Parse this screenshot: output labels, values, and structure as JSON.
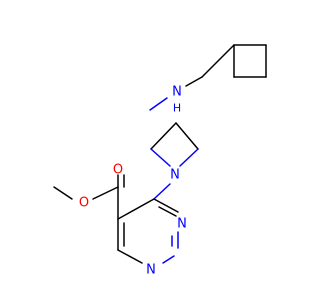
{
  "molecule": {
    "atom_labels": {
      "amine_n": "N",
      "amine_h": "H",
      "azetidine_n": "N",
      "pyrimidine_n3": "N",
      "pyrimidine_n1": "N",
      "carbonyl_o": "O",
      "ester_o": "O"
    },
    "colors": {
      "carbon_bond": "#000000",
      "nitrogen": "#0000ff",
      "oxygen": "#ff0000",
      "background": "#ffffff"
    }
  }
}
